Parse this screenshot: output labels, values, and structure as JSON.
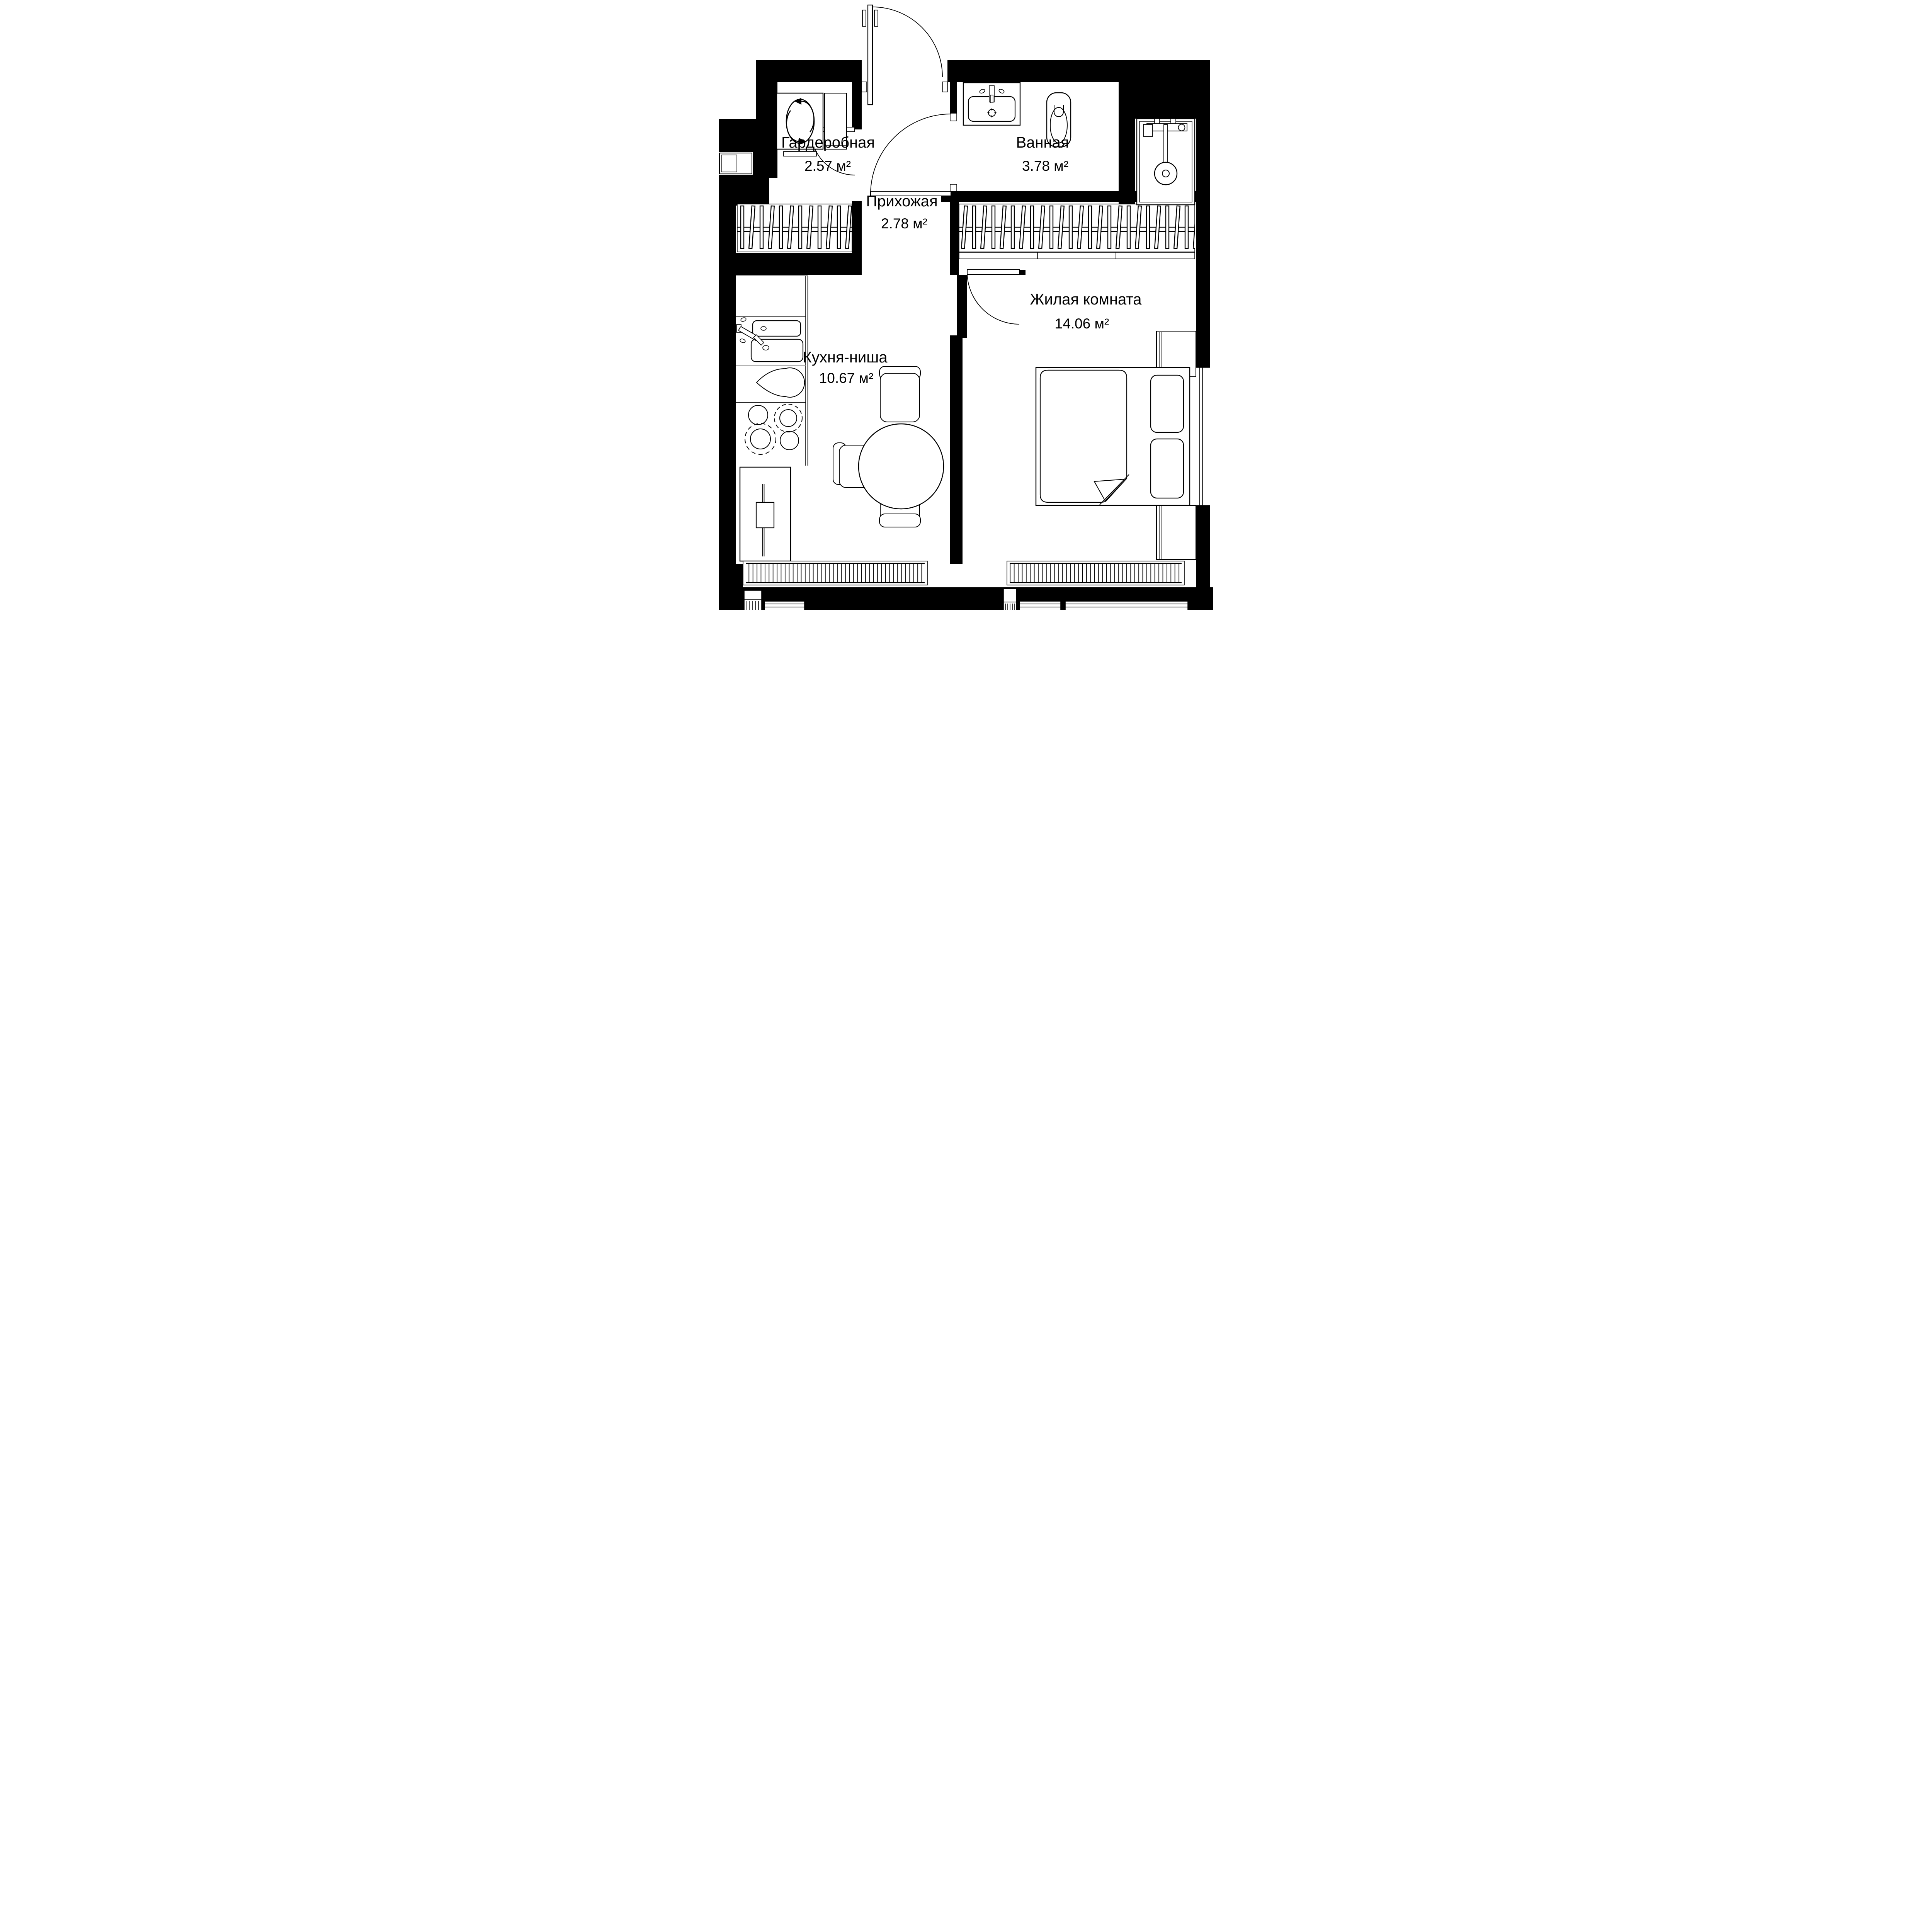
{
  "floor_plan": {
    "background_color": "#ffffff",
    "wall_color": "#000000",
    "line_color": "#000000",
    "rooms": [
      {
        "id": "wardrobe",
        "name": "Гардеробная",
        "area": "2.57 м²"
      },
      {
        "id": "bathroom",
        "name": "Ванная",
        "area": "3.78 м²"
      },
      {
        "id": "hallway",
        "name": "Прихожая",
        "area": "2.78 м²"
      },
      {
        "id": "kitchen",
        "name": "Кухня-ниша",
        "area": "10.67 м²"
      },
      {
        "id": "living_room",
        "name": "Жилая комната",
        "area": "14.06 м²"
      }
    ],
    "fixtures": [
      "washing-machine-icon",
      "ventilation-shaft-icon",
      "wardrobe-rail-icon",
      "entrance-door-icon",
      "interior-door-icon",
      "bathroom-sink-icon",
      "toilet-icon",
      "shower-icon",
      "kitchen-sink-icon",
      "kitchen-hob-icon",
      "tall-cabinet-icon",
      "dining-table-icon",
      "chair-icon",
      "bed-icon",
      "pillow-icon",
      "nightstand-icon",
      "closet-shelf-icon",
      "radiator-icon",
      "window-icon"
    ]
  }
}
